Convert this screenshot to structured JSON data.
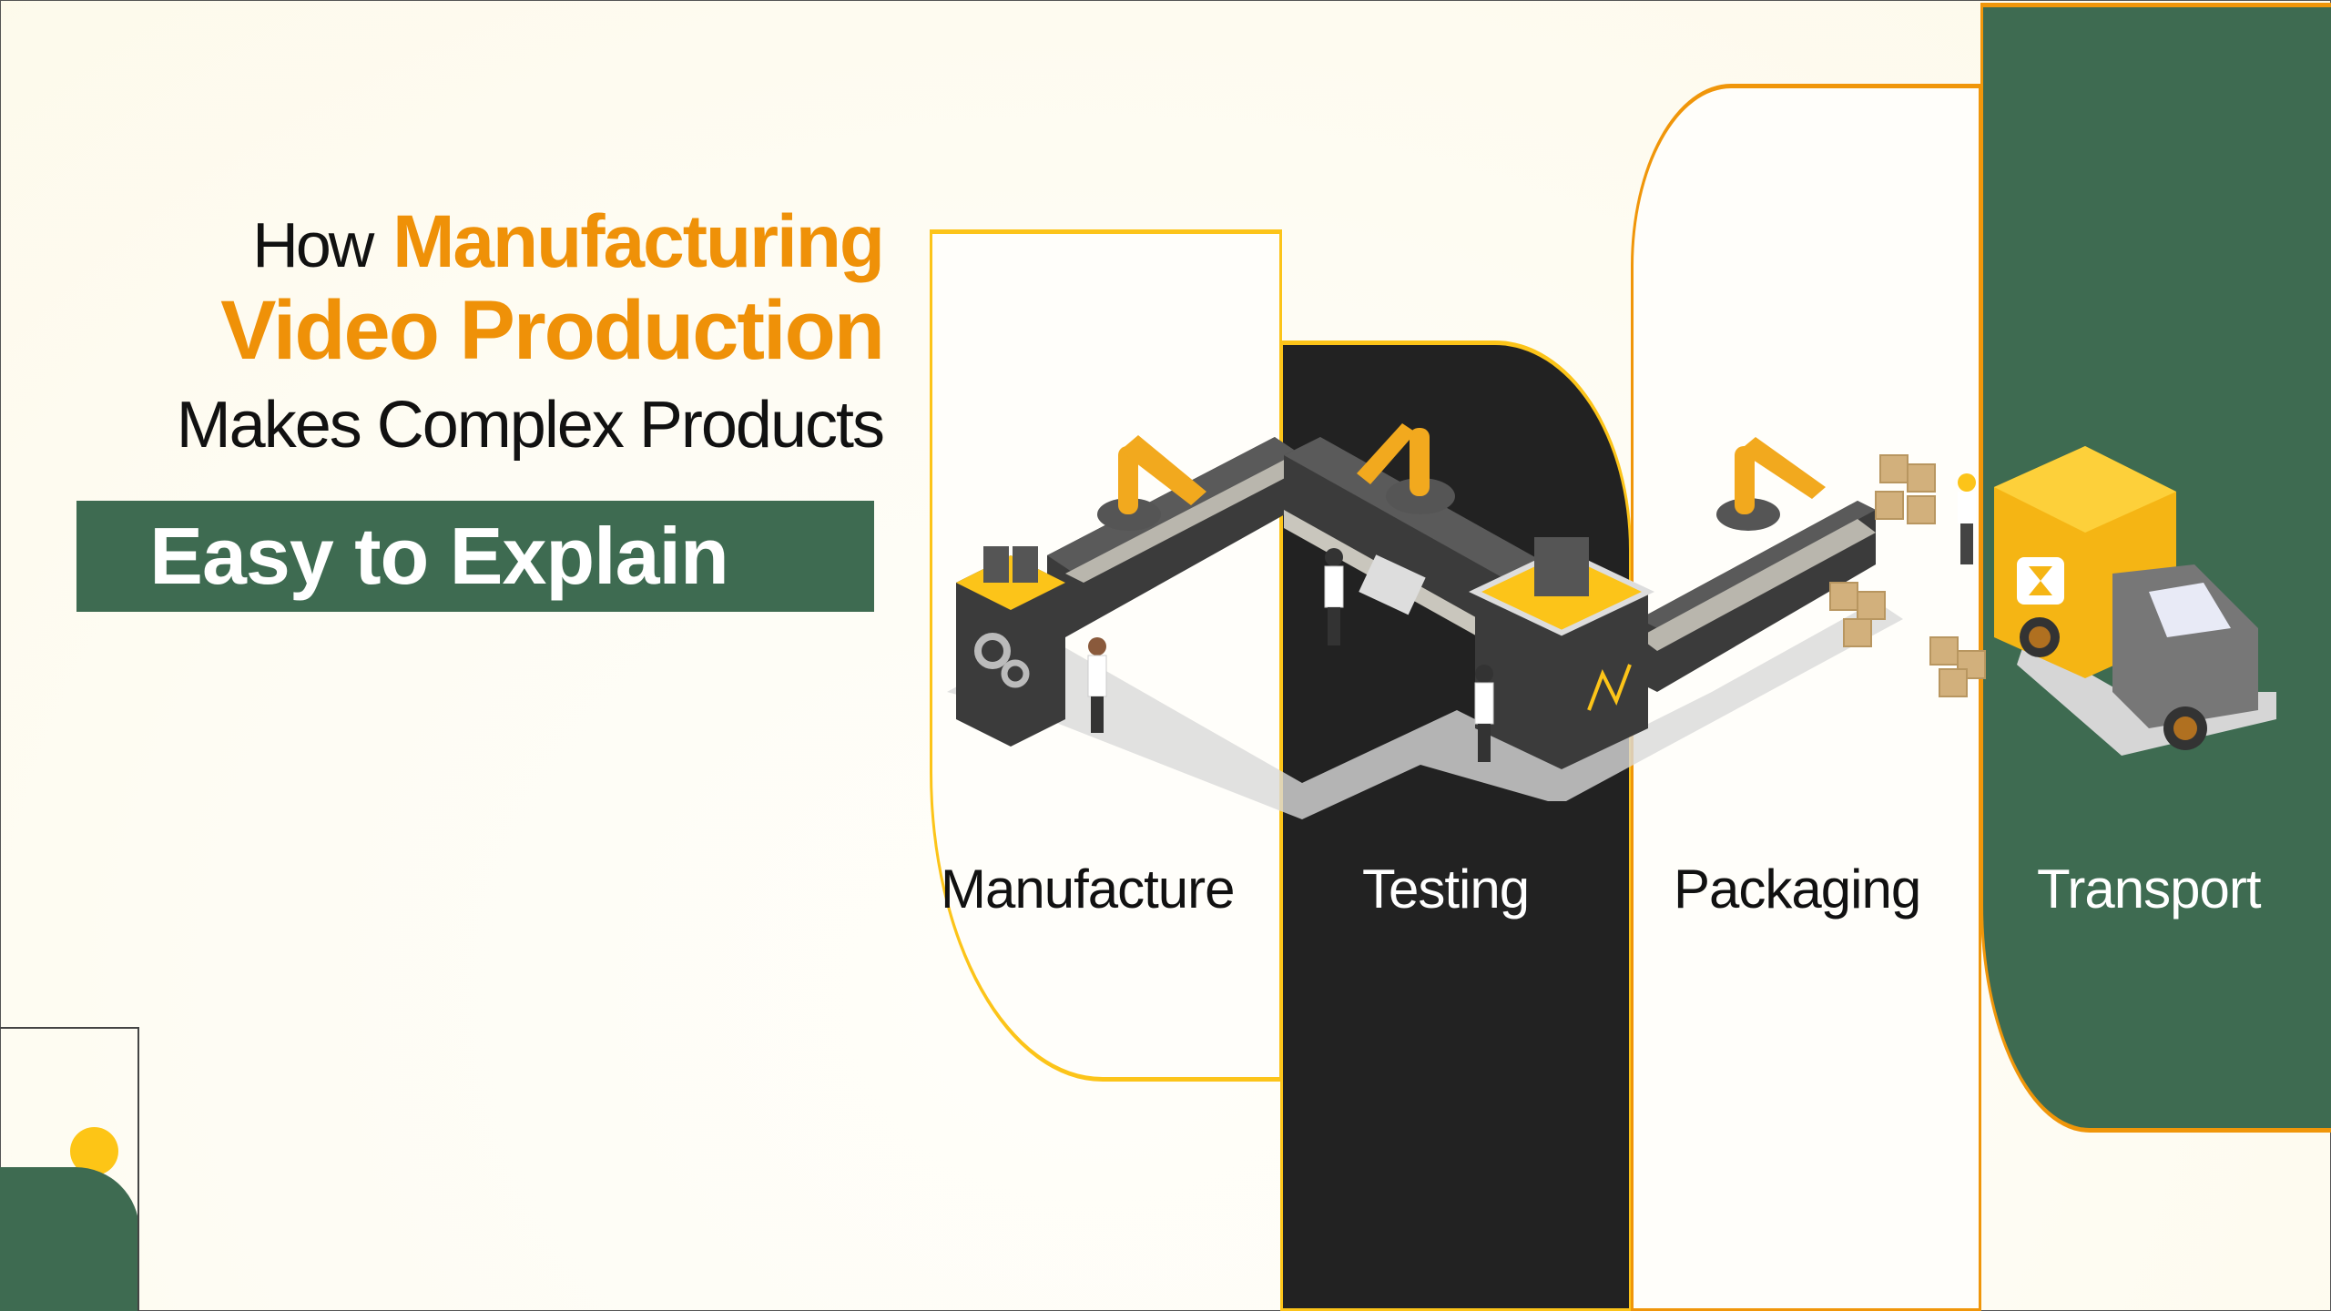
{
  "headline": {
    "prefix": "How",
    "highlight_line1": "Manufacturing",
    "highlight_line2": "Video Production",
    "line3": "Makes Complex Products",
    "banner": "Easy to Explain"
  },
  "stages": [
    {
      "label": "Manufacture",
      "theme": "light"
    },
    {
      "label": "Testing",
      "theme": "dark"
    },
    {
      "label": "Packaging",
      "theme": "light"
    },
    {
      "label": "Transport",
      "theme": "green"
    }
  ],
  "colors": {
    "orange": "#ef9108",
    "yellow": "#fcc419",
    "green": "#3e6b51",
    "dark": "#222222",
    "cream": "#fefcf3"
  },
  "illustration": {
    "description": "Isometric assembly line: robotic arms, conveyor belts, testing station, packaged boxes, delivery truck",
    "icons": [
      "robot-arm-icon",
      "conveyor-icon",
      "gear-icon",
      "control-panel-icon",
      "box-icon",
      "delivery-truck-icon",
      "worker-icon"
    ]
  }
}
